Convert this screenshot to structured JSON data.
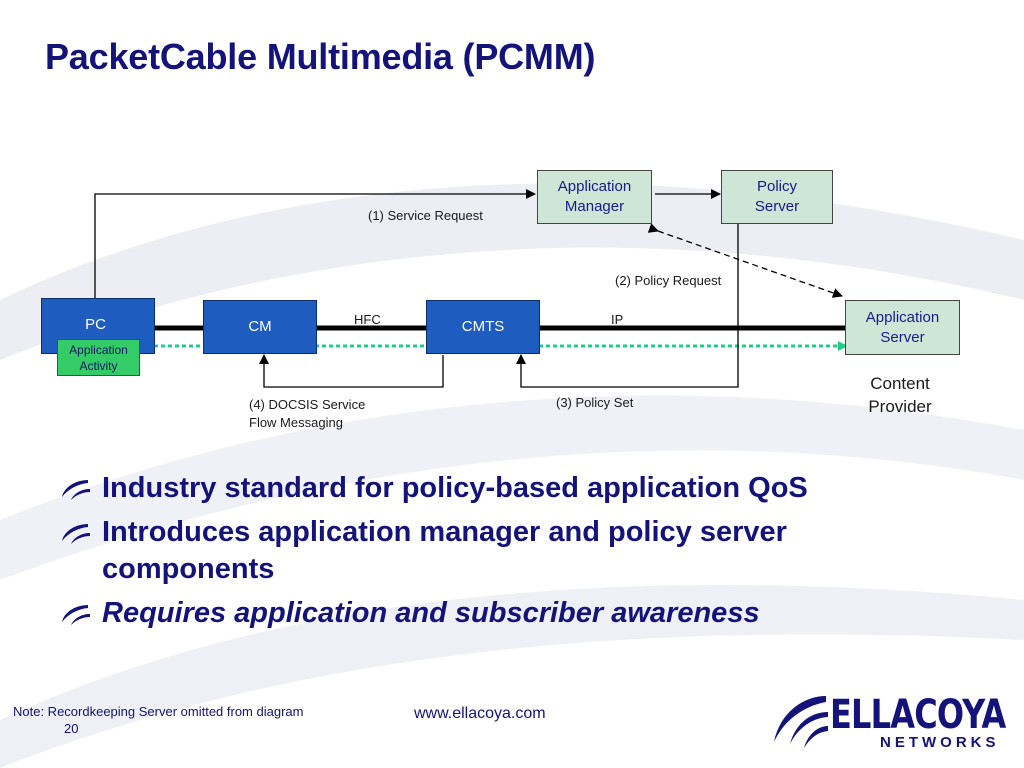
{
  "title": "PacketCable Multimedia (PCMM)",
  "diagram": {
    "nodes": {
      "application_manager": "Application\nManager",
      "policy_server": "Policy\nServer",
      "pc": "PC",
      "application_activity": "Application\nActivity",
      "cm": "CM",
      "cmts": "CMTS",
      "application_server": "Application\nServer",
      "content_provider": "Content\nProvider"
    },
    "labels": {
      "service_request": "(1) Service Request",
      "policy_request": "(2) Policy Request",
      "policy_set": "(3) Policy Set",
      "docsis_messaging": "(4) DOCSIS Service\nFlow Messaging",
      "hfc": "HFC",
      "ip": "IP"
    },
    "colors": {
      "node_green": "#cde6d6",
      "node_blue": "#1f5cbf",
      "activity_green": "#33cc66",
      "dotted_flow": "#22cc88"
    }
  },
  "bullets": [
    {
      "text": "Industry standard for policy-based application QoS",
      "italic": false
    },
    {
      "text": "Introduces application manager and policy server components",
      "italic": false
    },
    {
      "text": "Requires application and subscriber awareness",
      "italic": true
    }
  ],
  "footer": {
    "note": "Note: Recordkeeping Server omitted from diagram",
    "page_number": "20",
    "url": "www.ellacoya.com"
  },
  "logo": {
    "name": "ELLACOYA",
    "tagline": "NETWORKS"
  }
}
